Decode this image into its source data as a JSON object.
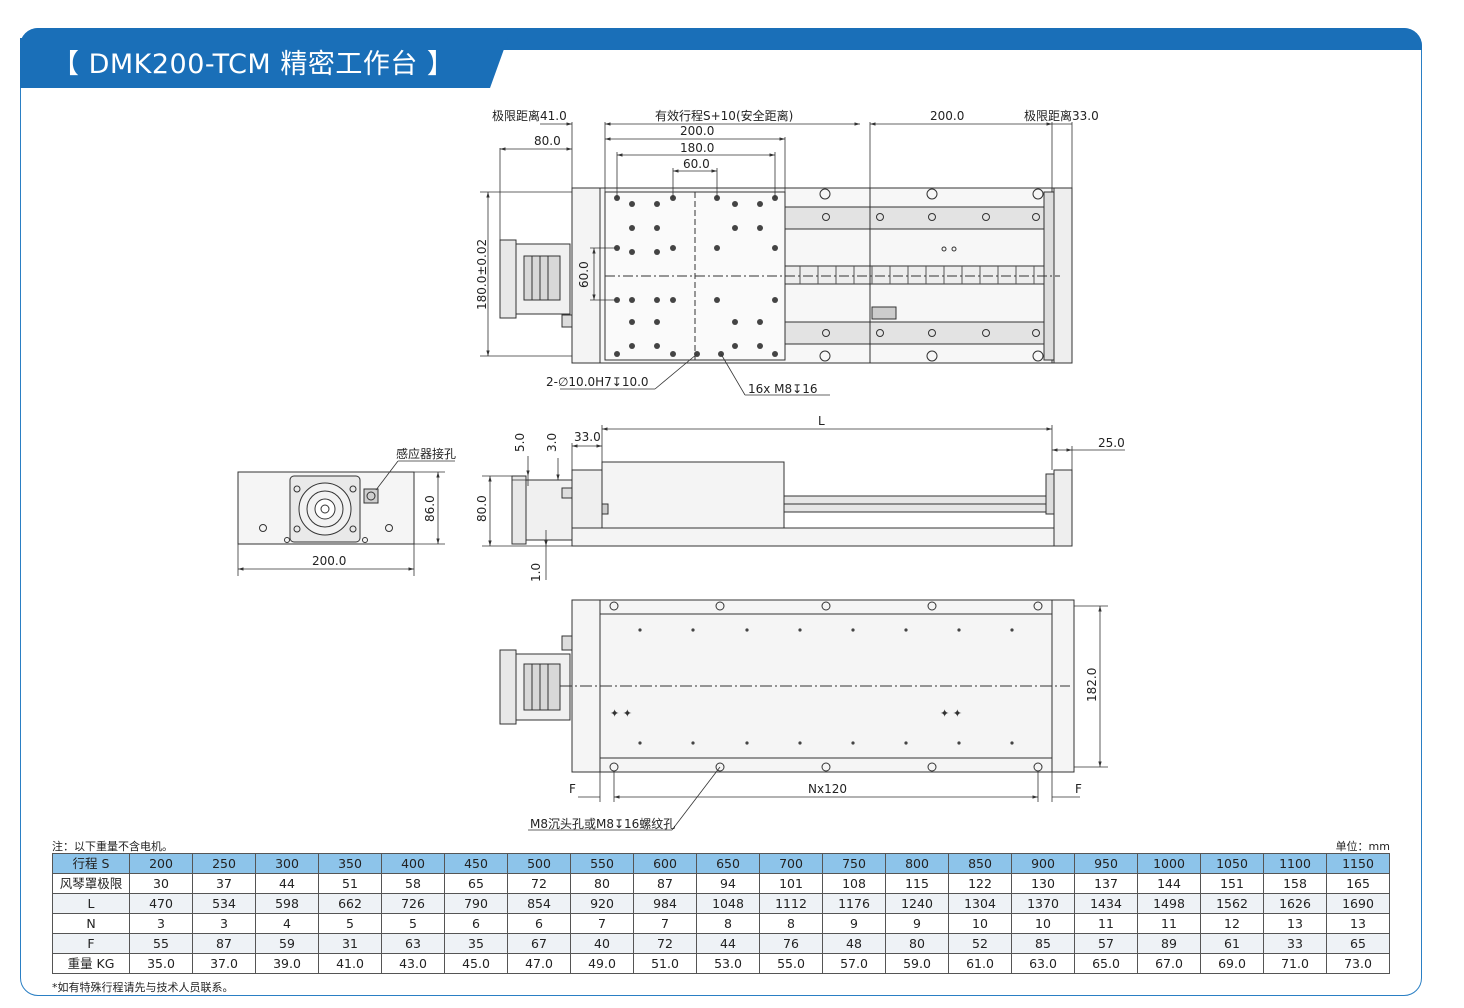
{
  "title": "【 DMK200-TCM 精密工作台 】",
  "top_view": {
    "dims": {
      "limit_left": "极限距离41.0",
      "stroke": "有效行程S+10(安全距离)",
      "d200a": "200.0",
      "limit_right": "极限距离33.0",
      "d80": "80.0",
      "d200b": "200.0",
      "d180": "180.0",
      "d60": "60.0",
      "height180": "180.0±0.02",
      "height60": "60.0",
      "hole_pin": "2-∅10.0H7↧10.0",
      "hole_tap": "16x  M8↧16"
    }
  },
  "front_view": {
    "dims": {
      "d5": "5.0",
      "d3": "3.0",
      "d33": "33.0",
      "L": "L",
      "d25": "25.0",
      "d80": "80.0",
      "d1": "1.0"
    }
  },
  "end_view": {
    "dims": {
      "sensor": "感应器接孔",
      "d86": "86.0",
      "d200": "200.0"
    }
  },
  "bottom_view": {
    "dims": {
      "d182": "182.0",
      "F_left": "F",
      "pitch": "Nx120",
      "F_right": "F",
      "holes": "M8沉头孔或M8↧16螺纹孔"
    }
  },
  "table": {
    "note": "注：以下重量不含电机。",
    "unit": "单位：mm",
    "footnote": "*如有特殊行程请先与技术人员联系。",
    "rows": [
      {
        "head": "行程 S",
        "cells": [
          "200",
          "250",
          "300",
          "350",
          "400",
          "450",
          "500",
          "550",
          "600",
          "650",
          "700",
          "750",
          "800",
          "850",
          "900",
          "950",
          "1000",
          "1050",
          "1100",
          "1150"
        ]
      },
      {
        "head": "风琴罩极限",
        "cells": [
          "30",
          "37",
          "44",
          "51",
          "58",
          "65",
          "72",
          "80",
          "87",
          "94",
          "101",
          "108",
          "115",
          "122",
          "130",
          "137",
          "144",
          "151",
          "158",
          "165"
        ]
      },
      {
        "head": "L",
        "cells": [
          "470",
          "534",
          "598",
          "662",
          "726",
          "790",
          "854",
          "920",
          "984",
          "1048",
          "1112",
          "1176",
          "1240",
          "1304",
          "1370",
          "1434",
          "1498",
          "1562",
          "1626",
          "1690"
        ]
      },
      {
        "head": "N",
        "cells": [
          "3",
          "3",
          "4",
          "5",
          "5",
          "6",
          "6",
          "7",
          "7",
          "8",
          "8",
          "9",
          "9",
          "10",
          "10",
          "11",
          "11",
          "12",
          "13",
          "13"
        ]
      },
      {
        "head": "F",
        "cells": [
          "55",
          "87",
          "59",
          "31",
          "63",
          "35",
          "67",
          "40",
          "72",
          "44",
          "76",
          "48",
          "80",
          "52",
          "85",
          "57",
          "89",
          "61",
          "33",
          "65"
        ]
      },
      {
        "head": "重量 KG",
        "cells": [
          "35.0",
          "37.0",
          "39.0",
          "41.0",
          "43.0",
          "45.0",
          "47.0",
          "49.0",
          "51.0",
          "53.0",
          "55.0",
          "57.0",
          "59.0",
          "61.0",
          "63.0",
          "65.0",
          "67.0",
          "69.0",
          "71.0",
          "73.0"
        ]
      }
    ]
  }
}
